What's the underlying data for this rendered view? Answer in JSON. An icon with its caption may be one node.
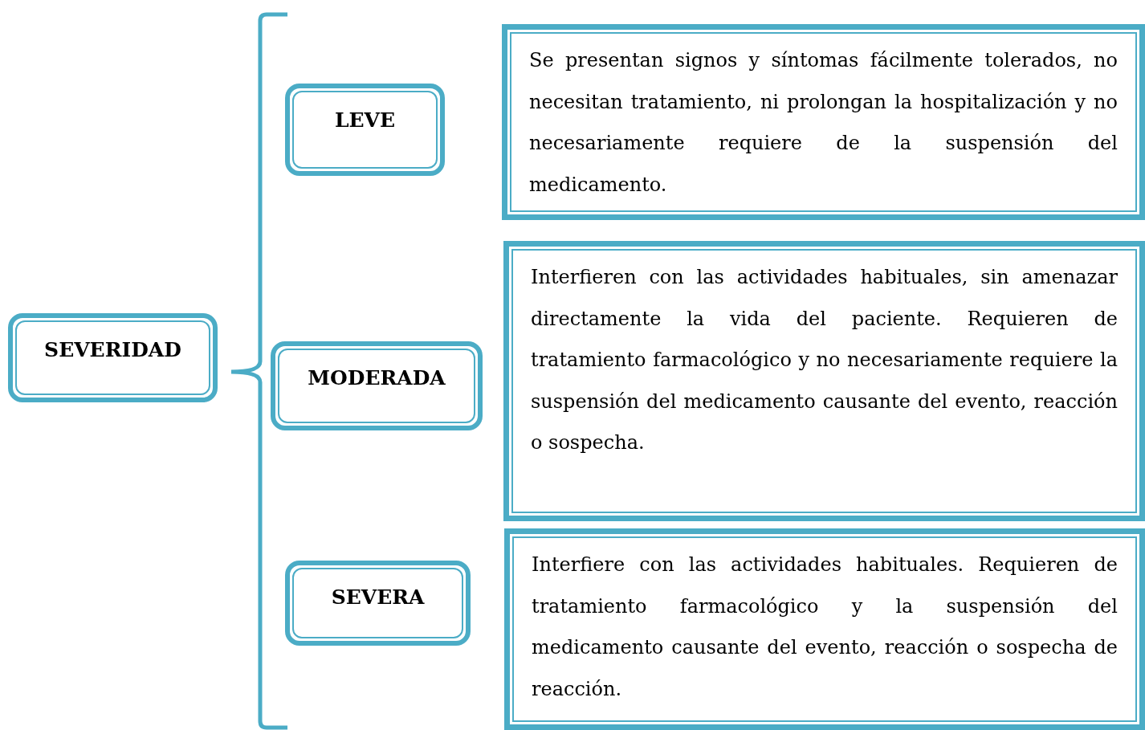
{
  "diagram": {
    "nodes": [
      {
        "text": [
          "SEVERIDAD"
        ]
      },
      {
        "text": [
          "LEVE"
        ]
      },
      {
        "text": [
          "MODERADA"
        ]
      },
      {
        "text": [
          "SEVERA"
        ]
      },
      {
        "text": [
          "Se presentan signos y síntomas fácilmente tolerados, no necesitan tratamiento, ni prolongan la hospitalización y no necesariamente requiere de la suspensión del medicamento."
        ]
      },
      {
        "text": [
          "Interfieren con las actividades habituales, sin amenazar directamente la vida del paciente. Requieren de tratamiento farmacológico y no necesariamente requiere la suspensión del medicamento causante del evento, reacción o sospecha."
        ]
      },
      {
        "text": [
          "Interfiere con las actividades habituales. Requieren de tratamiento farmacológico y la suspensión del medicamento causante del evento, reacción o sospecha de reacción."
        ]
      }
    ]
  }
}
